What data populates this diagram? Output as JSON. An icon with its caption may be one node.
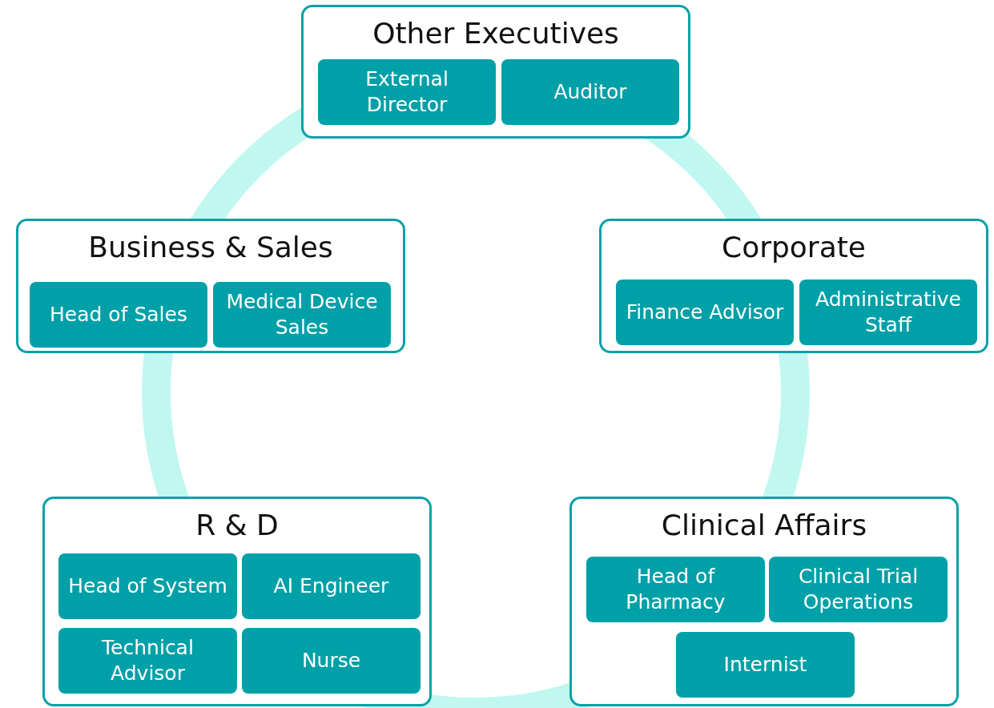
{
  "diagram": {
    "nodes": [
      {
        "text": [
          "Other Executives"
        ]
      },
      {
        "text": [
          "External Director"
        ],
        "in": 0
      },
      {
        "text": [
          "Auditor"
        ],
        "in": 0
      },
      {
        "text": [
          "Business & Sales"
        ]
      },
      {
        "text": [
          "Head of Sales"
        ],
        "in": 3
      },
      {
        "text": [
          "Medical Device Sales"
        ],
        "in": 3
      },
      {
        "text": [
          "Corporate"
        ]
      },
      {
        "text": [
          "Finance Advisor"
        ],
        "in": 6
      },
      {
        "text": [
          "Administrative Staff"
        ],
        "in": 6
      },
      {
        "text": [
          "R & D"
        ]
      },
      {
        "text": [
          "Head of System"
        ],
        "in": 9
      },
      {
        "text": [
          "AI Engineer"
        ],
        "in": 9
      },
      {
        "text": [
          "Technical Advisor"
        ],
        "in": 9
      },
      {
        "text": [
          "Nurse"
        ],
        "in": 9
      },
      {
        "text": [
          "Clinical Affairs"
        ]
      },
      {
        "text": [
          "Head of Pharmacy"
        ],
        "in": 14
      },
      {
        "text": [
          "Clinical Trial Operations"
        ],
        "in": 14
      },
      {
        "text": [
          "Internist"
        ],
        "in": 14
      }
    ],
    "edges": []
  }
}
